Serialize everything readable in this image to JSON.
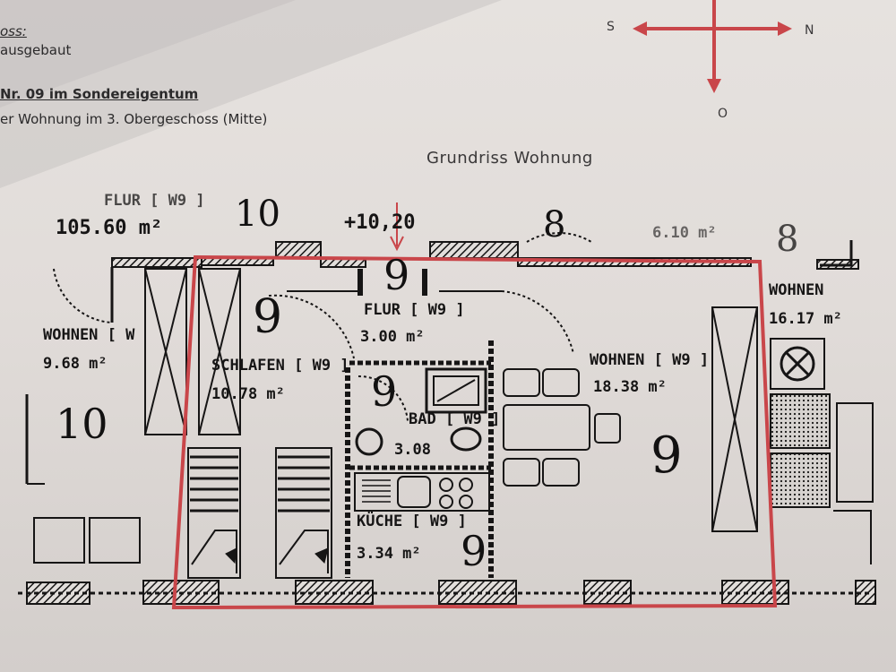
{
  "header": {
    "line1": "oss:",
    "line2": "ausgebaut",
    "line3": "Nr. 09 im Sondereigentum",
    "line4": "er Wohnung im 3. Obergeschoss (Mitte)"
  },
  "compass": {
    "south": "S",
    "north": "N",
    "east": "O"
  },
  "title": "Grundriss Wohnung",
  "plan": {
    "labels": {
      "flur_top": "FLUR [ W9 ]",
      "area_left": "105.60 m²",
      "level": "+10,20",
      "area_right_top": "6.10 m²",
      "wohnen_left_name": "WOHNEN [ W",
      "wohnen_left_area": "9.68 m²",
      "schlafen_name": "SCHLAFEN [ W9 ]",
      "schlafen_area": "10.78 m²",
      "flur_name": "FLUR [ W9 ]",
      "flur_area": "3.00 m²",
      "bad_name": "BAD [ W9 ]",
      "bad_area": "3.08",
      "kueche_name": "KÜCHE [ W9 ]",
      "kueche_area": "3.34 m²",
      "wohnen_main_name": "WOHNEN [ W9 ]",
      "wohnen_main_area": "18.38 m²",
      "wohnen_right_name": "WOHNEN",
      "wohnen_right_area": "16.17 m²"
    },
    "handwritten": {
      "ten_top": "10",
      "ten_left": "10",
      "eight_top": "8",
      "eight_right": "8",
      "nine_flur": "9",
      "nine_schlafen": "9",
      "nine_bad": "9",
      "nine_kueche": "9",
      "nine_wohnen": "9"
    },
    "colors": {
      "highlight": "#c9464a",
      "ink": "#161515",
      "paper": "#e2dedb"
    }
  }
}
